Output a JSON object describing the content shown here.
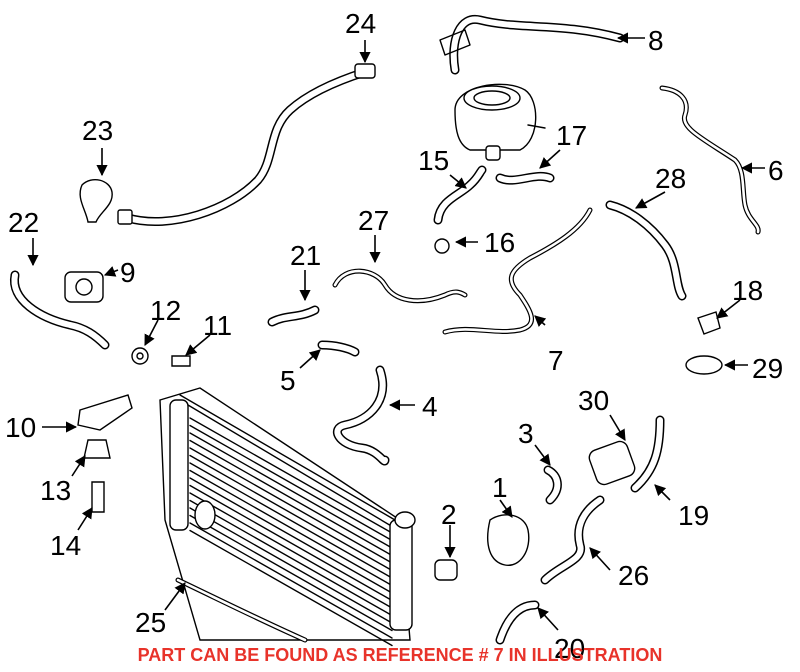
{
  "callouts": [
    "1",
    "2",
    "3",
    "4",
    "5",
    "6",
    "7",
    "8",
    "9",
    "10",
    "11",
    "12",
    "13",
    "14",
    "15",
    "16",
    "17",
    "18",
    "19",
    "20",
    "21",
    "22",
    "23",
    "24",
    "25",
    "26",
    "27",
    "28",
    "29",
    "30"
  ],
  "footnote": "PART CAN BE FOUND AS REFERENCE # 7 IN ILLUSTRATION",
  "colors": {
    "footnote": "#e8332a",
    "lines": "#000000"
  }
}
